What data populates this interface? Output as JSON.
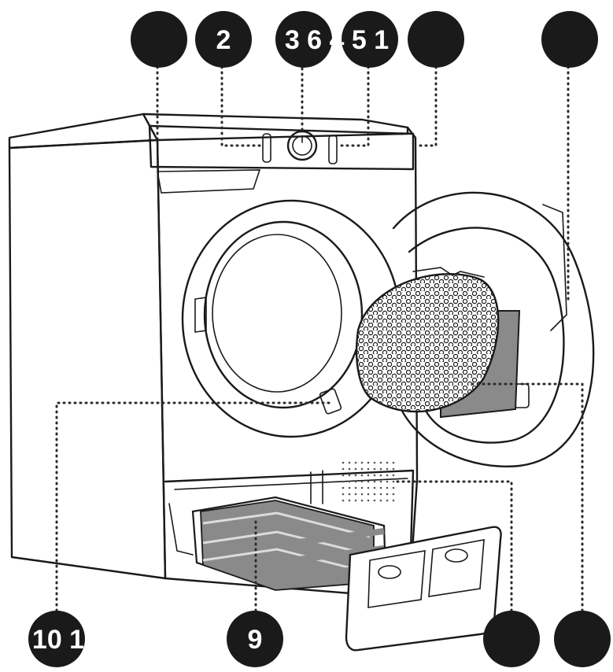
{
  "labels": {
    "top_1": "",
    "top_2": "2",
    "top_3": "3 6 4 5 1",
    "top_4": "",
    "top_5": "",
    "bottom_1": "10 1",
    "bottom_2": "9",
    "bottom_3": "",
    "bottom_4": ""
  },
  "colors": {
    "bubble": "#1a1a1a",
    "line": "#1a1a1a",
    "background": "#ffffff",
    "filter": "#dcdcdc",
    "tank": "#8a8a8a"
  },
  "icons": {
    "illustration": "tumble-dryer-illustration"
  }
}
